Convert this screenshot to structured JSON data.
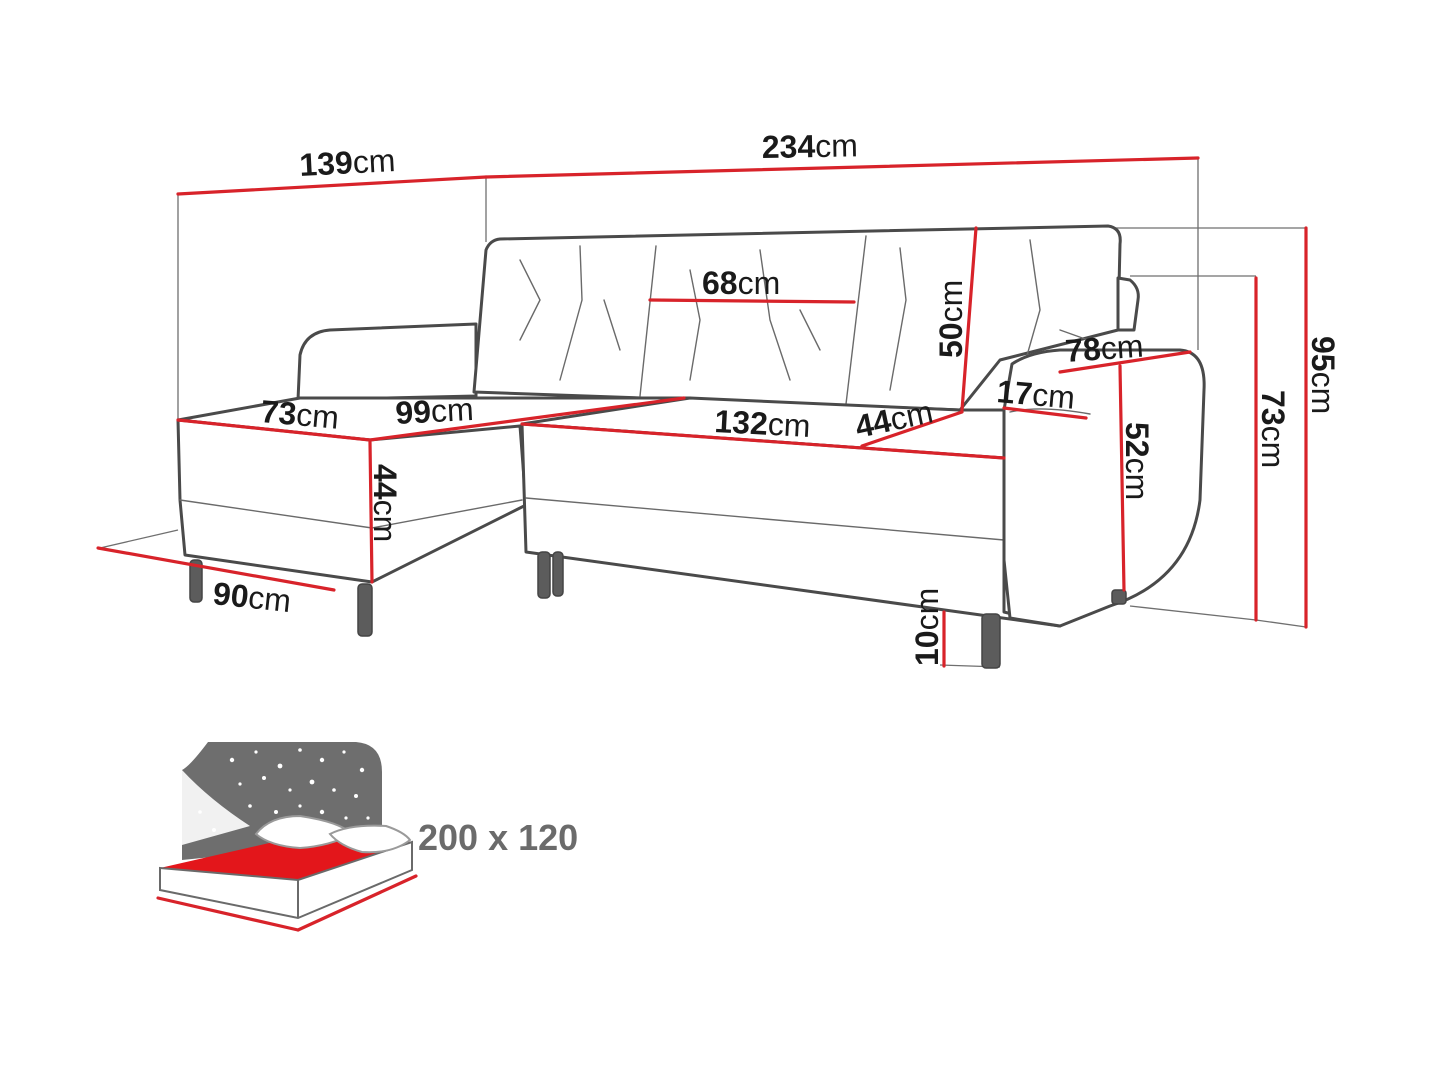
{
  "unit": "cm",
  "dimensions": {
    "chaise_total_length": "139",
    "total_width": "234",
    "backrest_cushion_width": "68",
    "backrest_cushion_height": "50",
    "armrest_depth": "78",
    "armrest_width": "17",
    "armrest_height": "52",
    "backrest_height": "73",
    "total_height": "95",
    "chaise_seat_width": "73",
    "chaise_seat_length": "99",
    "seat_width": "132",
    "seat_depth": "44",
    "seat_height": "44",
    "chaise_width": "90",
    "leg_height": "10"
  },
  "bed": {
    "size": "200 x 120"
  },
  "colors": {
    "dimension_line": "#d8232a",
    "outline": "#4a4a4a",
    "bed_mattress": "#e3161b",
    "night_panel": "#6e6e6e"
  },
  "icons": [
    "sofa-outline-drawing",
    "sleeping-function-icon",
    "star-icon",
    "moon-icon",
    "pillow-icon"
  ]
}
